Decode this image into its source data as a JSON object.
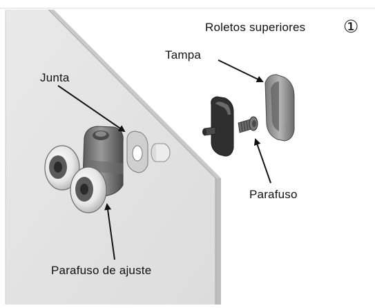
{
  "labels": {
    "title": "Roletos superiores",
    "step": "①",
    "tampa": "Tampa",
    "junta": "Junta",
    "parafuso": "Parafuso",
    "ajuste": "Parafuso de ajuste"
  },
  "colors": {
    "panel": "#e4e4e4",
    "panel_edge": "#c4c4c4",
    "arrow": "#111111"
  }
}
